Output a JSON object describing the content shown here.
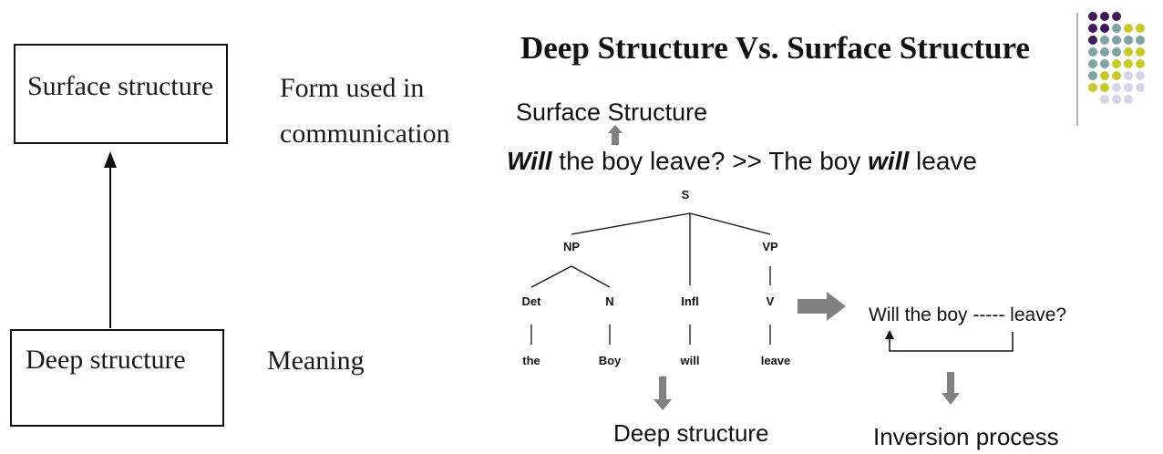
{
  "left_diagram": {
    "surface_label": "Surface structure",
    "surface_desc_line1": "Form used in",
    "surface_desc_line2": "communication",
    "deep_label": "Deep structure",
    "deep_desc": "Meaning"
  },
  "right": {
    "title": "Deep Structure Vs. Surface Structure",
    "surface_caption": "Surface Structure",
    "sentence": {
      "will_q": "Will",
      "part1": " the boy leave? >> The boy ",
      "will_s": "will",
      "part2": " leave"
    },
    "tree": {
      "root": "S",
      "np": "NP",
      "vp": "VP",
      "det": "Det",
      "n": "N",
      "infl": "Infl",
      "v": "V",
      "the": "the",
      "boy": "Boy",
      "will": "will",
      "leave": "leave"
    },
    "inversion_sentence": "Will the boy ----- leave?",
    "deep_caption": "Deep structure",
    "inversion_caption": "Inversion process"
  },
  "colors": {
    "arrow_gray": "#808080",
    "dot_purple": "#3d1a5c",
    "dot_teal": "#7fa3a3",
    "dot_yellow": "#c9c92e",
    "dot_lavender": "#d6d6ea"
  }
}
